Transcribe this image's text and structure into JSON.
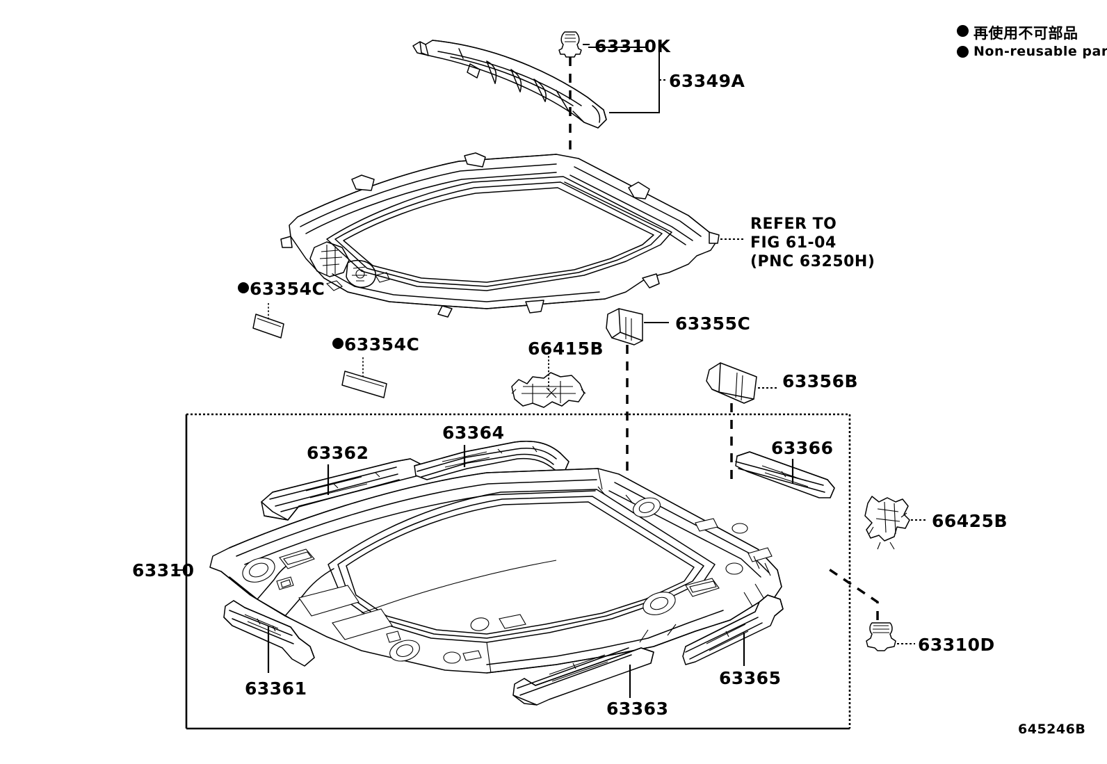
{
  "diagram": {
    "id_code": "645246B",
    "legend": {
      "japanese": "再使用不可部品",
      "english": "Non-reusable part",
      "marker": "filled-circle"
    },
    "reference_note": {
      "line1": "REFER TO",
      "line2": "FIG 61-04",
      "line3": "(PNC 63250H)"
    },
    "callouts": [
      {
        "id": "c1",
        "label": "63310K",
        "non_reusable": false
      },
      {
        "id": "c2",
        "label": "63349A",
        "non_reusable": false
      },
      {
        "id": "c3",
        "label": "63354C",
        "non_reusable": true
      },
      {
        "id": "c4",
        "label": "63354C",
        "non_reusable": true
      },
      {
        "id": "c5",
        "label": "66415B",
        "non_reusable": false
      },
      {
        "id": "c6",
        "label": "63355C",
        "non_reusable": false
      },
      {
        "id": "c7",
        "label": "63356B",
        "non_reusable": false
      },
      {
        "id": "c8",
        "label": "63362",
        "non_reusable": false
      },
      {
        "id": "c9",
        "label": "63364",
        "non_reusable": false
      },
      {
        "id": "c10",
        "label": "63366",
        "non_reusable": false
      },
      {
        "id": "c11",
        "label": "63310",
        "non_reusable": false
      },
      {
        "id": "c12",
        "label": "66425B",
        "non_reusable": false
      },
      {
        "id": "c13",
        "label": "63361",
        "non_reusable": false
      },
      {
        "id": "c14",
        "label": "63363",
        "non_reusable": false
      },
      {
        "id": "c15",
        "label": "63365",
        "non_reusable": false
      },
      {
        "id": "c16",
        "label": "63310D",
        "non_reusable": false
      }
    ]
  }
}
